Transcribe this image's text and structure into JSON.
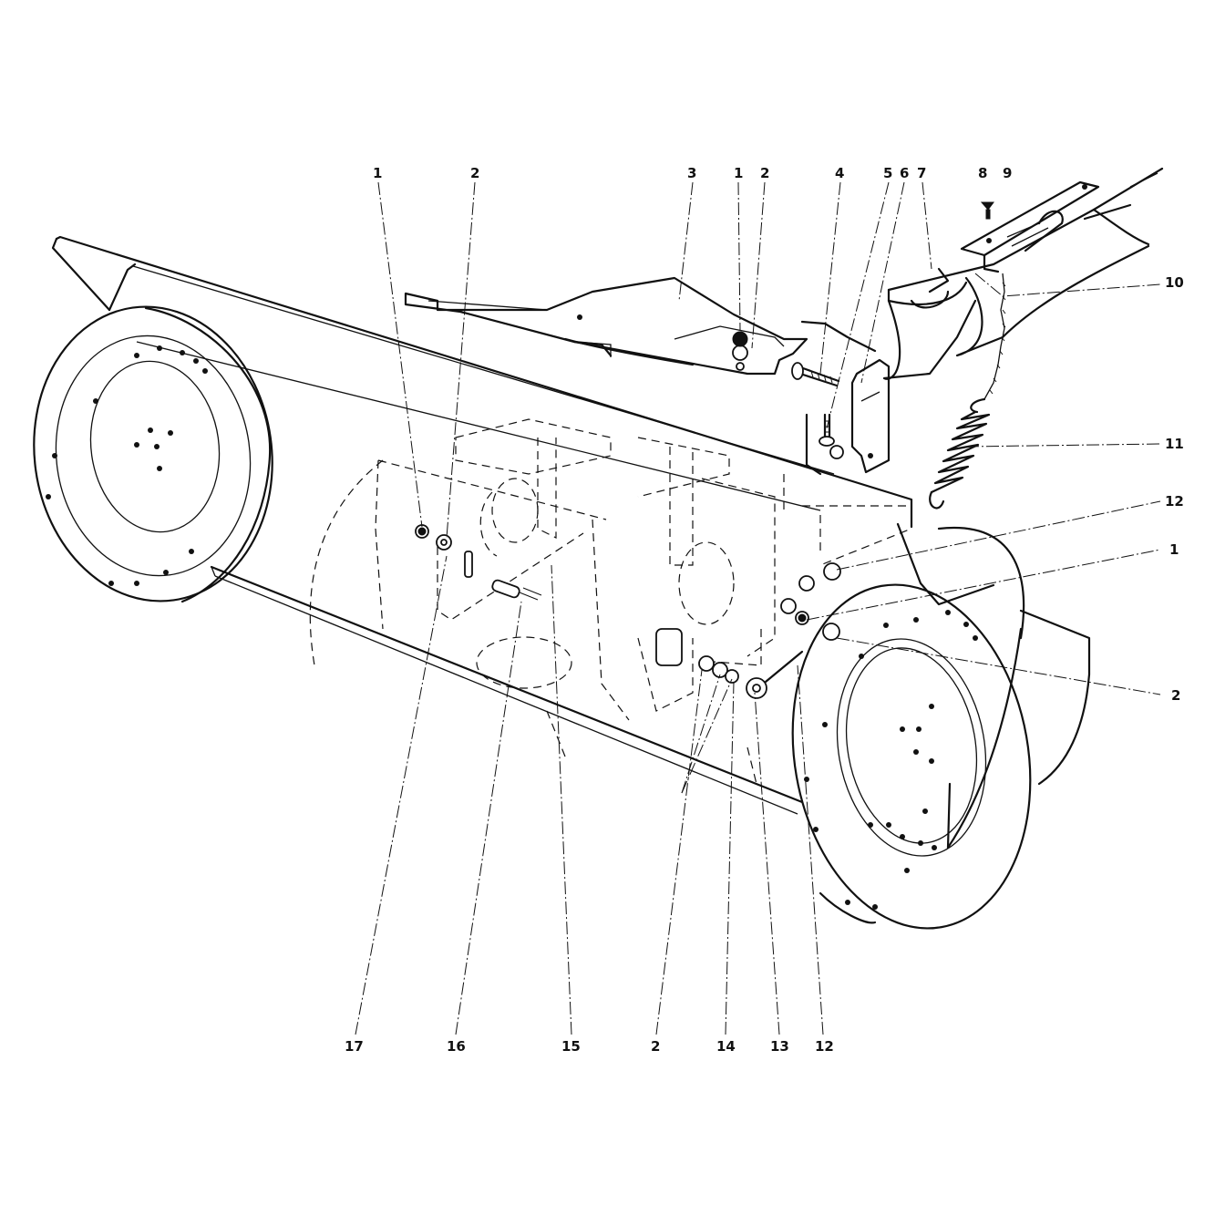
{
  "diagram": {
    "callouts": [
      {
        "label": "1"
      },
      {
        "label": "2"
      },
      {
        "label": "3"
      },
      {
        "label": "1"
      },
      {
        "label": "2"
      },
      {
        "label": "4"
      },
      {
        "label": "5"
      },
      {
        "label": "6"
      },
      {
        "label": "7"
      },
      {
        "label": "8"
      },
      {
        "label": "9"
      },
      {
        "label": "10"
      },
      {
        "label": "11"
      },
      {
        "label": "12"
      },
      {
        "label": "1"
      },
      {
        "label": "2"
      },
      {
        "label": "17"
      },
      {
        "label": "16"
      },
      {
        "label": "15"
      },
      {
        "label": "2"
      },
      {
        "label": "14"
      },
      {
        "label": "13"
      },
      {
        "label": "12"
      }
    ]
  }
}
